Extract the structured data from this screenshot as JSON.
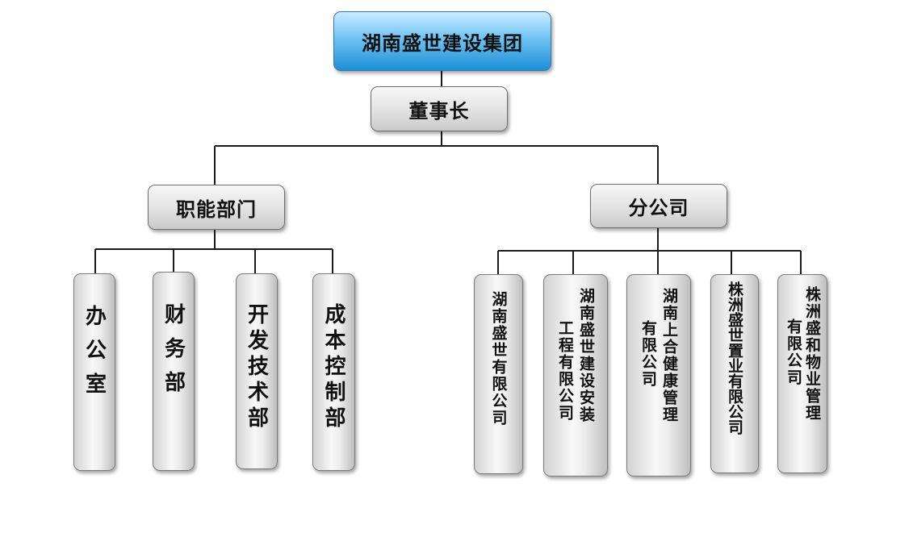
{
  "root": {
    "label": "湖南盛世建设集团"
  },
  "chairman": {
    "label": "董事长"
  },
  "branches": [
    {
      "label": "职能部门"
    },
    {
      "label": "分公司"
    }
  ],
  "departments": [
    {
      "lines": [
        "办公室"
      ]
    },
    {
      "lines": [
        "财务部"
      ]
    },
    {
      "lines": [
        "开发技术部"
      ]
    },
    {
      "lines": [
        "成本控制部"
      ]
    }
  ],
  "companies": [
    {
      "lines": [
        "湖南盛世有限公司"
      ]
    },
    {
      "lines": [
        "湖南盛世建设安装",
        "工程有限公司"
      ]
    },
    {
      "lines": [
        "湖南上合健康管理",
        "有限公司"
      ]
    },
    {
      "lines": [
        "株洲盛世置业有限公司"
      ]
    },
    {
      "lines": [
        "株洲盛和物业管理",
        "有限公司"
      ]
    }
  ]
}
